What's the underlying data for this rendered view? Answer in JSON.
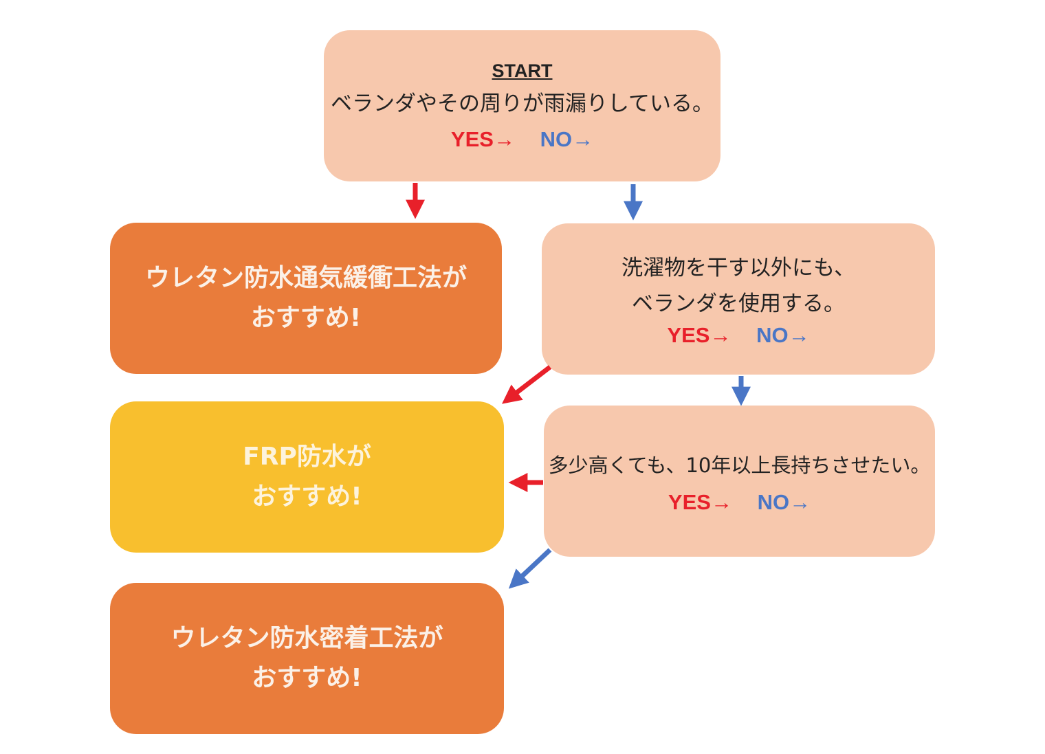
{
  "start_node": {
    "start_label": "START",
    "question": "ベランダやその周りが雨漏りしている。",
    "yes": "YES→",
    "no": "NO→"
  },
  "node_2": {
    "line1": "洗濯物を干す以外にも、",
    "line2": "ベランダを使用する。",
    "yes": "YES→",
    "no": "NO→"
  },
  "node_3": {
    "question": "多少高くても、10年以上長持ちさせたい。",
    "yes": "YES→",
    "no": "NO→"
  },
  "result_1": {
    "line1": "ウレタン防水通気緩衝工法が",
    "line2": "おすすめ!"
  },
  "result_2": {
    "line1": "FRP防水が",
    "line2": "おすすめ!"
  },
  "result_3": {
    "line1": "ウレタン防水密着工法が",
    "line2": "おすすめ!"
  },
  "colors": {
    "question_box": "#f7c8ad",
    "result_orange": "#e97c3b",
    "result_yellow": "#f8bf2e",
    "yes_arrow": "#e8202a",
    "no_arrow": "#4a76c6"
  }
}
